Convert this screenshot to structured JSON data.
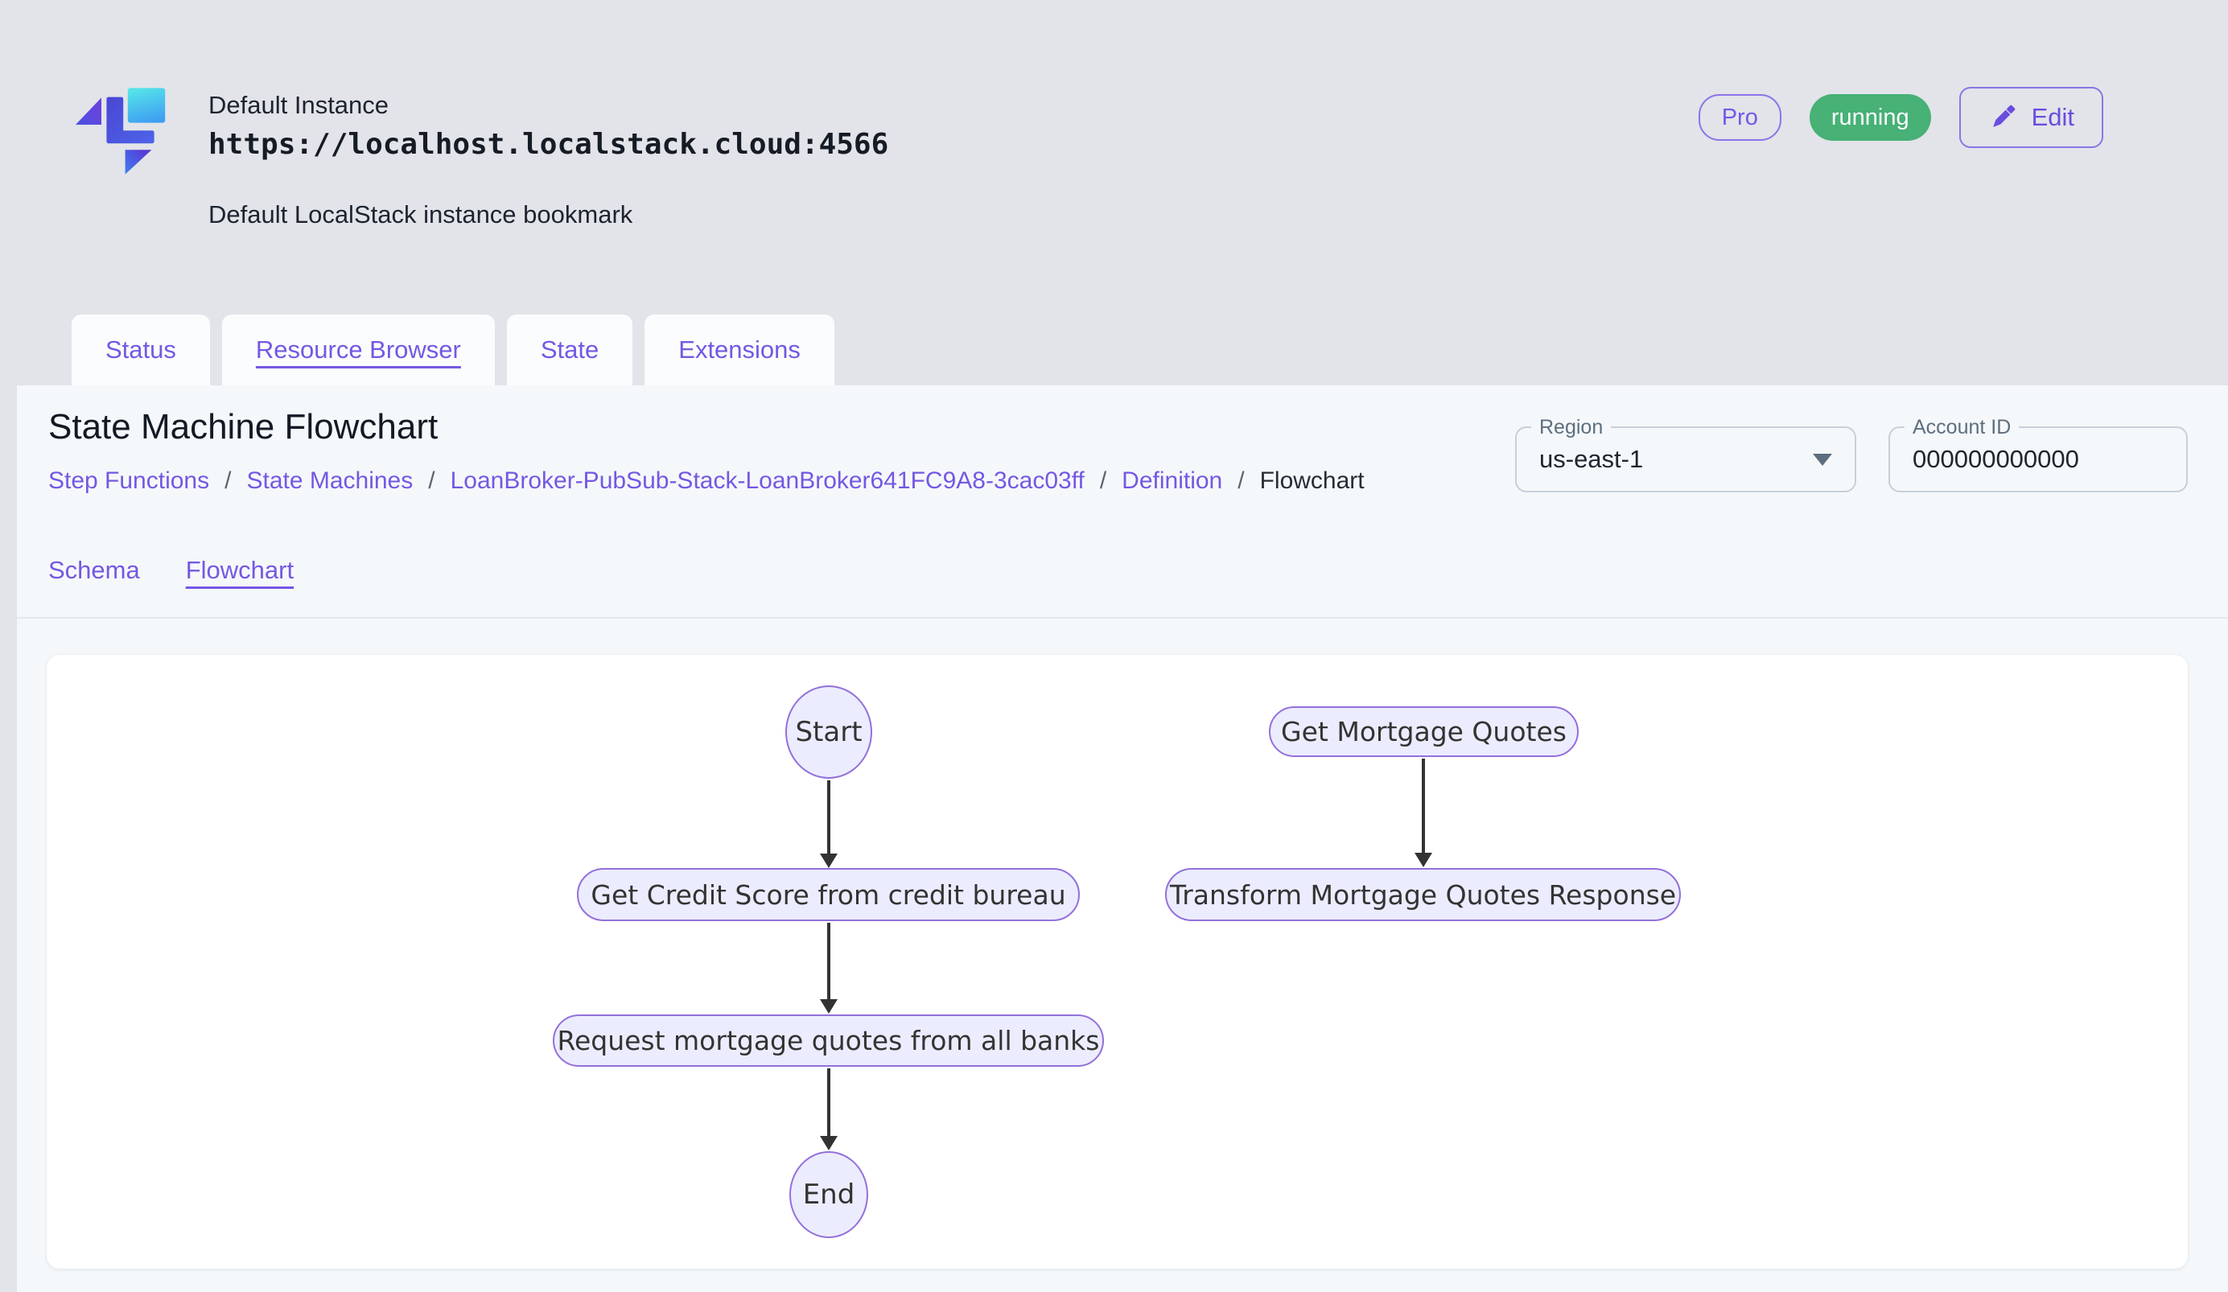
{
  "header": {
    "instance_name": "Default Instance",
    "endpoint_url": "https://localhost.localstack.cloud:4566",
    "description": "Default LocalStack instance bookmark",
    "pro_badge": "Pro",
    "status_badge": "running",
    "edit_button": "Edit"
  },
  "tabs": [
    {
      "label": "Status",
      "active": false
    },
    {
      "label": "Resource Browser",
      "active": true
    },
    {
      "label": "State",
      "active": false
    },
    {
      "label": "Extensions",
      "active": false
    }
  ],
  "page": {
    "title": "State Machine Flowchart",
    "breadcrumb_separator": "/",
    "breadcrumb": [
      {
        "label": "Step Functions",
        "link": true
      },
      {
        "label": "State Machines",
        "link": true
      },
      {
        "label": "LoanBroker-PubSub-Stack-LoanBroker641FC9A8-3cac03ff",
        "link": true
      },
      {
        "label": "Definition",
        "link": true
      },
      {
        "label": "Flowchart",
        "link": false
      }
    ],
    "region_field": {
      "label": "Region",
      "value": "us-east-1"
    },
    "account_field": {
      "label": "Account ID",
      "value": "000000000000"
    },
    "subtabs": [
      {
        "label": "Schema",
        "active": false
      },
      {
        "label": "Flowchart",
        "active": true
      }
    ]
  },
  "flowchart": {
    "nodes": {
      "start": {
        "label": "Start",
        "shape": "ellipse"
      },
      "get_credit_score": {
        "label": "Get Credit Score from credit bureau",
        "shape": "stadium"
      },
      "request_quotes": {
        "label": "Request mortgage quotes from all banks",
        "shape": "stadium"
      },
      "end": {
        "label": "End",
        "shape": "ellipse"
      },
      "get_mortgage_quotes": {
        "label": "Get Mortgage Quotes",
        "shape": "stadium"
      },
      "transform_response": {
        "label": "Transform Mortgage Quotes Response",
        "shape": "stadium"
      }
    },
    "edges": [
      {
        "from": "Start",
        "to": "Get Credit Score from credit bureau"
      },
      {
        "from": "Get Credit Score from credit bureau",
        "to": "Request mortgage quotes from all banks"
      },
      {
        "from": "Request mortgage quotes from all banks",
        "to": "End"
      },
      {
        "from": "Get Mortgage Quotes",
        "to": "Transform Mortgage Quotes Response"
      }
    ]
  },
  "colors": {
    "accent_purple": "#7458e3",
    "running_green": "#47b176",
    "node_fill": "#ececff",
    "node_border": "#9370db",
    "arrow": "#333333",
    "page_background": "#e2e4e9",
    "panel_background": "#f5f8fa"
  }
}
